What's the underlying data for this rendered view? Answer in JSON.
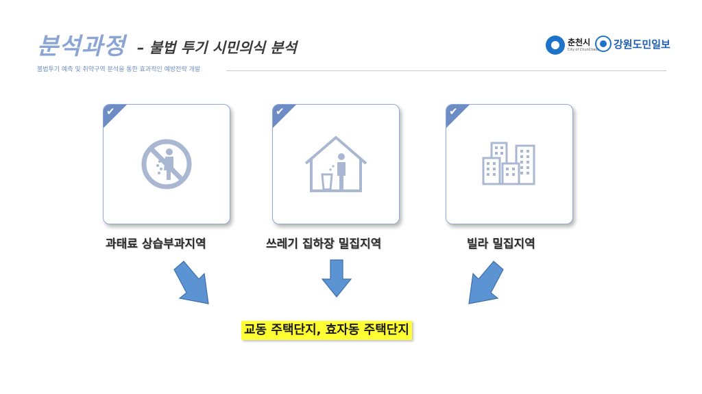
{
  "header": {
    "title": "분석과정",
    "title_suffix": "– 불법 투기 시민의식 분석",
    "subtitle": "불법투기 예측 및 취약구역 분석을 통한 효과적인 예방전략 개발"
  },
  "logos": {
    "chuncheon": "춘천시",
    "chuncheon_sub": "City of ChunCheon",
    "gangwon": "강원도민일보"
  },
  "cards": [
    {
      "label": "과태료 상습부과지역",
      "icon": "no-littering-icon"
    },
    {
      "label": "쓰레기 집하장 밀집지역",
      "icon": "house-trash-icon"
    },
    {
      "label": "빌라 밀집지역",
      "icon": "buildings-icon"
    }
  ],
  "result": "교동 주택단지, 효자동 주택단지",
  "colors": {
    "accent": "#8aa5d4",
    "card_border": "#8ea7d4",
    "corner": "#6d8bc4",
    "arrow": "#5b93d3",
    "highlight": "#ffff33"
  }
}
